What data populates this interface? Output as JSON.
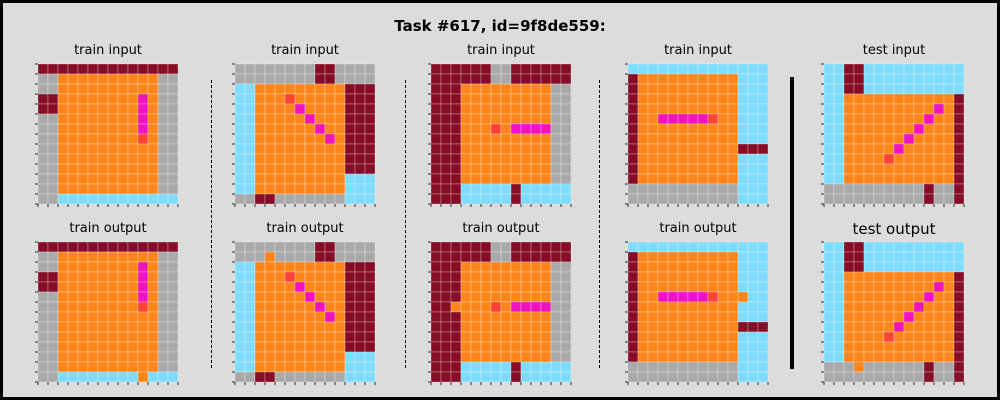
{
  "title": "Task #617, id=9f8de559:",
  "labels": {
    "train_input": "train input",
    "train_output": "train output",
    "test_input": "test input",
    "test_output": "test output"
  },
  "palette": {
    "G": "#a9a9a9",
    "M": "#870c25",
    "O": "#ff851b",
    "P": "#f012be",
    "R": "#ff4136",
    "B": "#7fdbff"
  },
  "panels": [
    {
      "kind": "train_input",
      "rows": [
        "MMMMMMMMMMMMMM",
        "GGOOOOOOOOOOGG",
        "GGOOOOOOOOOOGG",
        "MMOOOOOOOOPOGG",
        "MMOOOOOOOOPOGG",
        "GGOOOOOOOOPOGG",
        "GGOOOOOOOOPOGG",
        "GGOOOOOOOOROGG",
        "GGOOOOOOOOOOGG",
        "GGOOOOOOOOOOGG",
        "GGOOOOOOOOOOGG",
        "GGOOOOOOOOOOGG",
        "GGOOOOOOOOOOGG",
        "GGBBBBBBBBBBBB"
      ]
    },
    {
      "kind": "train_output",
      "rows": [
        "MMMMMMMMMMMMMM",
        "GGOOOOOOOOOOGG",
        "GGOOOOOOOOPOGG",
        "MMOOOOOOOOPOGG",
        "MMOOOOOOOOPOGG",
        "GGOOOOOOOOPOGG",
        "GGOOOOOOOOROGG",
        "GGOOOOOOOOOOGG",
        "GGOOOOOOOOOOGG",
        "GGOOOOOOOOOOGG",
        "GGOOOOOOOOOOGG",
        "GGOOOOOOOOOOGG",
        "GGOOOOOOOOOOGG",
        "GGBBBBBBBBOBBB"
      ]
    },
    {
      "kind": "train_input",
      "rows": [
        "GGGGGGGGMMGGGG",
        "GGGGGGGGMMGGGG",
        "BBOOOOOOOOOMMM",
        "BBOOOROOOOOMMM",
        "BBOOOOPOOOOMMM",
        "BBOOOOOPOOOMMM",
        "BBOOOOOOPOOMMM",
        "BBOOOOOOOPOMMM",
        "BBOOOOOOOOOMMM",
        "BBOOOOOOOOOMMM",
        "BBOOOOOOOOOMMM",
        "BBOOOOOOOOOBBB",
        "BBOOOOOOOOOBBB",
        "GGMMGGGGGGGBBB"
      ]
    },
    {
      "kind": "train_output",
      "rows": [
        "GGGGGGGGMMGGGG",
        "GGGOGGGGMMGGGG",
        "BBOOOOOOOOOMMM",
        "BBOOOROOOOOMMM",
        "BBOOOOPOOOOMMM",
        "BBOOOOOPOOOMMM",
        "BBOOOOOOPOOMMM",
        "BBOOOOOOOPOMMM",
        "BBOOOOOOOOOMMM",
        "BBOOOOOOOOOMMM",
        "BBOOOOOOOOOMMM",
        "BBOOOOOOOOOBBB",
        "BBOOOOOOOOOBBB",
        "GGMMGGGGGGGBBB"
      ]
    },
    {
      "kind": "train_input",
      "rows": [
        "MMMMMMGGMMMMMM",
        "MMMMMMGGMMMMMM",
        "MMMOOOOOOOOOGG",
        "MMMOOOOOOOOOGG",
        "MMMOOOOOOOOOGG",
        "MMMOOOOOOOOOGG",
        "MMMOOOROPPPPGG",
        "MMMOOOOOOOOOGG",
        "MMMOOOOOOOOOGG",
        "MMMOOOOOOOOOGG",
        "MMMOOOOOOOOOGG",
        "MMMOOOOOOOOOGG",
        "MMMBBBBBMBBBBB",
        "MMMBBBBBMBBBBB"
      ]
    },
    {
      "kind": "train_output",
      "rows": [
        "MMMMMMGGMMMMMM",
        "MMMMMMGGMMMMMM",
        "MMMOOOOOOOOOGG",
        "MMMOOOOOOOOOGG",
        "MMMOOOOOOOOOGG",
        "MMMOOOOOOOOOGG",
        "MMOOOOROPPPPGG",
        "MMMOOOOOOOOOGG",
        "MMMOOOOOOOOOGG",
        "MMMOOOOOOOOOGG",
        "MMMOOOOOOOOOGG",
        "MMMOOOOOOOOOGG",
        "MMMBBBBBMBBBBB",
        "MMMBBBBBMBBBBB"
      ]
    },
    {
      "kind": "train_input",
      "rows": [
        "BBBBBBBBBBBBBB",
        "MOOOOOOOOOOBBB",
        "MOOOOOOOOOOBBB",
        "MOOOOOOOOOOBBB",
        "MOOOOOOOOOOBBB",
        "MOOPPPPPROOBBB",
        "MOOOOOOOOOOBBB",
        "MOOOOOOOOOOBBB",
        "MOOOOOOOOOOMMM",
        "MOOOOOOOOOOBBB",
        "MOOOOOOOOOOBBB",
        "MOOOOOOOOOOBBB",
        "GGGGGGGGGGGBBB",
        "GGGGGGGGGGGBBB"
      ]
    },
    {
      "kind": "train_output",
      "rows": [
        "BBBBBBBBBBBBBB",
        "MOOOOOOOOOOBBB",
        "MOOOOOOOOOOBBB",
        "MOOOOOOOOOOBBB",
        "MOOOOOOOOOOBBB",
        "MOOPPPPPROOOBB",
        "MOOOOOOOOOOBBB",
        "MOOOOOOOOOOBBB",
        "MOOOOOOOOOOMMM",
        "MOOOOOOOOOOBBB",
        "MOOOOOOOOOOBBB",
        "MOOOOOOOOOOBBB",
        "GGGGGGGGGGGBBB",
        "GGGGGGGGGGGBBB"
      ]
    },
    {
      "kind": "test_input",
      "rows": [
        "BBMMBBBBBBBBBB",
        "BBMMBBBBBBBBBB",
        "BBMMBBBBBBBBBB",
        "BBOOOOOOOOOOOM",
        "BBOOOOOOOOOPOM",
        "BBOOOOOOOOPOOM",
        "BBOOOOOOOPOOOM",
        "BBOOOOOOPOOOOM",
        "BBOOOOOPOOOOOM",
        "BBOOOOROOOOOOM",
        "BBOOOOOOOOOOOM",
        "BBOOOOOOOOOOOM",
        "GGGGGGGGGGMGGM",
        "GGGGGGGGGGMGGM"
      ]
    },
    {
      "kind": "test_output",
      "rows": [
        "BBMMBBBBBBBBBB",
        "BBMMBBBBBBBBBB",
        "BBMMBBBBBBBBBB",
        "BBOOOOOOOOOOOM",
        "BBOOOOOOOOOPOM",
        "BBOOOOOOOOPOOM",
        "BBOOOOOOOPOOOM",
        "BBOOOOOOPOOOOM",
        "BBOOOOOPOOOOOM",
        "BBOOOOROOOOOOM",
        "BBOOOOOOOOOOOM",
        "BBOOOOOOOOOOOM",
        "GGGOGGGGGGMGGM",
        "GGGGGGGGGGMGGM"
      ]
    }
  ]
}
